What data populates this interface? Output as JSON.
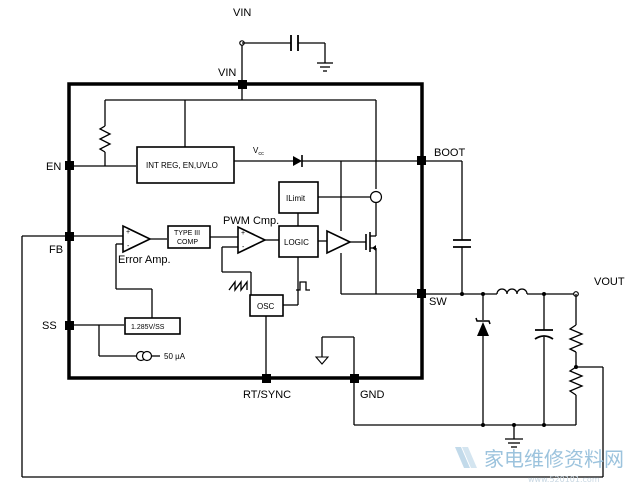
{
  "pins": {
    "vin_top": "VIN",
    "vin": "VIN",
    "en": "EN",
    "fb": "FB",
    "ss": "SS",
    "boot": "BOOT",
    "sw": "SW",
    "rt_sync": "RT/SYNC",
    "gnd": "GND",
    "vout": "VOUT"
  },
  "blocks": {
    "int_reg": "INT REG, EN,UVLO",
    "type3_line1": "TYPE III",
    "type3_line2": "COMP",
    "logic": "LOGIC",
    "ilimit": "ILimit",
    "osc": "OSC",
    "ref": "1.285V/SS"
  },
  "labels": {
    "vcc": "V",
    "vcc_sub": "cc",
    "error_amp": "Error Amp.",
    "pwm_cmp": "PWM Cmp.",
    "current_source": "50 µA",
    "plus": "+",
    "minus": "-"
  },
  "watermark": {
    "text": "家电维修资料网",
    "url": "www.520101.com"
  }
}
